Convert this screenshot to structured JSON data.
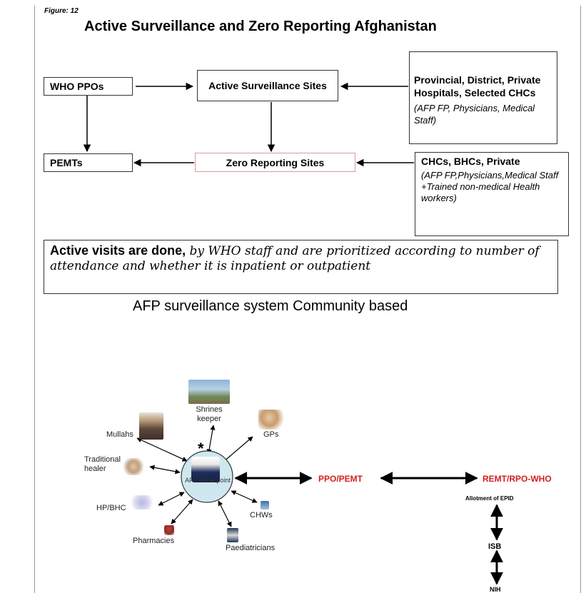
{
  "figure_label": "Figure: 12",
  "title": "Active Surveillance and Zero Reporting Afghanistan",
  "boxes": {
    "who_ppos": "WHO PPOs",
    "active_sites": "Active Surveillance Sites",
    "provincial": {
      "title": "Provincial, District, Private Hospitals, Selected CHCs",
      "note": "(AFP FP, Physicians, Medical Staff)"
    },
    "pemts": "PEMTs",
    "zero_sites": "Zero Reporting Sites",
    "chcs": {
      "title": "CHCs, BHCs, Private",
      "note": "(AFP FP,Physicians,Medical Staff +Trained non-medical Health workers)"
    }
  },
  "note": {
    "lead": "Active visits are done,",
    "rest": " by WHO staff and are prioritized according to number of attendance and whether it is inpatient or outpatient"
  },
  "community_title": "AFP surveillance system Community based",
  "community": {
    "center": "AFP Focal point",
    "star": "*",
    "nodes": {
      "shrines": "Shrines keeper",
      "gps": "GPs",
      "mullahs": "Mullahs",
      "traditional": "Traditional healer",
      "hp_bhc": "HP/BHC",
      "chws": "CHWs",
      "pharmacies": "Pharmacies",
      "paediatricians": "Paediatricians"
    },
    "ppo_pemt": "PPO/PEMT",
    "remt": "REMT/RPO-WHO",
    "allotment": "Allotment of EPID",
    "isb": "ISB",
    "nih": "NIH"
  },
  "colors": {
    "accent_red": "#d32020",
    "box_border": "#333333",
    "pink_border": "#d79a9a"
  }
}
